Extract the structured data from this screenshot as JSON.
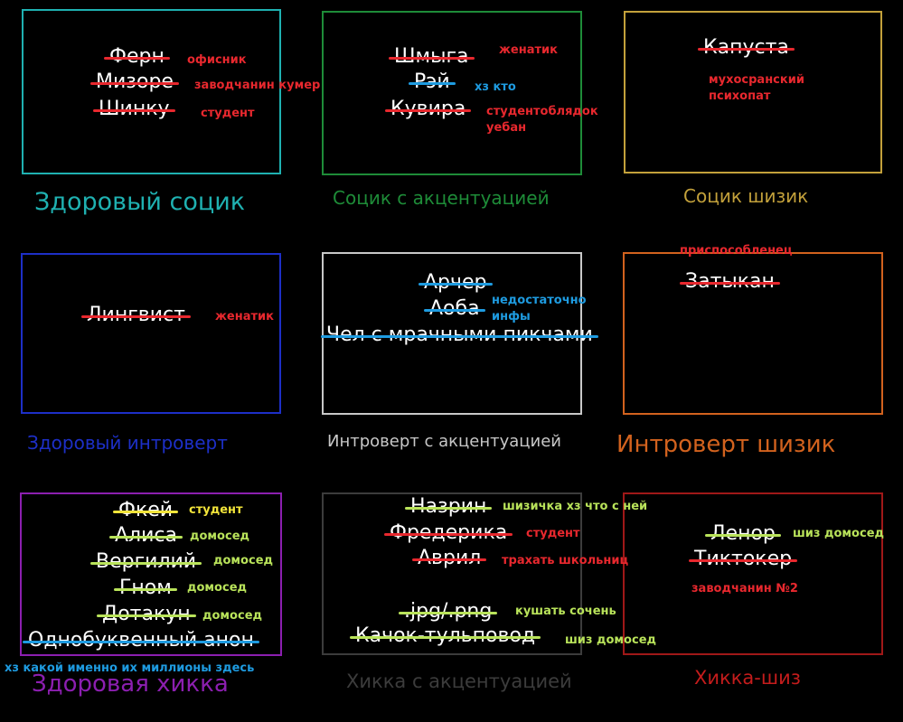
{
  "cells": [
    {
      "category": "Здоровый социк",
      "color": "#1fb1b1",
      "names": [
        {
          "text": "Ферн",
          "note": "офисник"
        },
        {
          "text": "Мизоре",
          "note": "заводчанин кумер"
        },
        {
          "text": "Шинку",
          "note": "студент"
        }
      ]
    },
    {
      "category": "Социк с акцентуацией",
      "color": "#1e8c38",
      "names": [
        {
          "text": "Шмыга",
          "note": "женатик"
        },
        {
          "text": "Рэй",
          "note": "хз кто"
        },
        {
          "text": "Кувира",
          "note": "студентоблядок уебан"
        }
      ]
    },
    {
      "category": "Социк шизик",
      "color": "#c3a13b",
      "names": [
        {
          "text": "Капуста",
          "note": "мухосранский психопат"
        }
      ]
    },
    {
      "category": "Здоровый интроверт",
      "color": "#1d2fc7",
      "names": [
        {
          "text": "Лингвист",
          "note": "женатик"
        }
      ]
    },
    {
      "category": "Интроверт с акцентуацией",
      "color": "#c8c8c8",
      "names": [
        {
          "text": "Арчер"
        },
        {
          "text": "Аоба"
        },
        {
          "text": "Чел с мрачными пикчами"
        }
      ],
      "group_note": "недостаточно инфы"
    },
    {
      "category": "Интроверт шизик",
      "color": "#d2621e",
      "names": [
        {
          "text": "Затыкан",
          "note": "приспособленец"
        }
      ]
    },
    {
      "category": "Здоровая хикка",
      "color": "#8c1fb0",
      "names": [
        {
          "text": "Фкей",
          "note": "студент"
        },
        {
          "text": "Алиса",
          "note": "домосед"
        },
        {
          "text": "Вергилий",
          "note": "домосед"
        },
        {
          "text": "Гном",
          "note": "домосед"
        },
        {
          "text": "Дотакун",
          "note": "домосед"
        },
        {
          "text": "Однобуквенный анон",
          "note": "хз какой именно их миллионы здесь"
        }
      ]
    },
    {
      "category": "Хикка с акцентуацией",
      "color": "#3c3c3c",
      "names": [
        {
          "text": "Назрин",
          "note": "шизичка хз что с ней"
        },
        {
          "text": "Фредерика",
          "note": "студент"
        },
        {
          "text": "Аврил",
          "note": "трахать школьниц"
        },
        {
          "text": ".jpg/.png",
          "note": "кушать сочень"
        },
        {
          "text": "Качок-тульповод",
          "note": "шиз домосед"
        }
      ]
    },
    {
      "category": "Хикка-шиз",
      "color": "#a01818",
      "names": [
        {
          "text": "Ленор",
          "note": "шиз домосед"
        },
        {
          "text": "Тиктокер",
          "note": "заводчанин №2"
        }
      ]
    }
  ]
}
